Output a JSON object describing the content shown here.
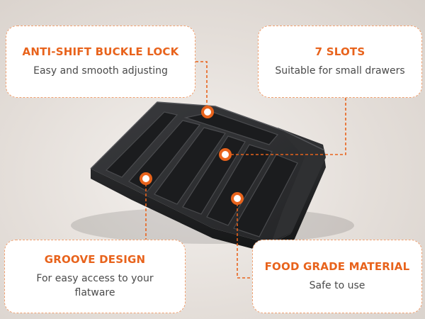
{
  "callouts": {
    "buckle": {
      "title": "ANTI-SHIFT BUCKLE LOCK",
      "desc": "Easy and smooth adjusting"
    },
    "slots": {
      "title": "7 SLOTS",
      "desc": "Suitable for small drawers"
    },
    "groove": {
      "title": "GROOVE DESIGN",
      "desc": "For easy access to your flatware"
    },
    "food": {
      "title": "FOOD GRADE MATERIAL",
      "desc": "Safe to use"
    }
  },
  "colors": {
    "accent": "#e8631c",
    "tray": "#2b2c2e",
    "background": "#e8e3de"
  }
}
